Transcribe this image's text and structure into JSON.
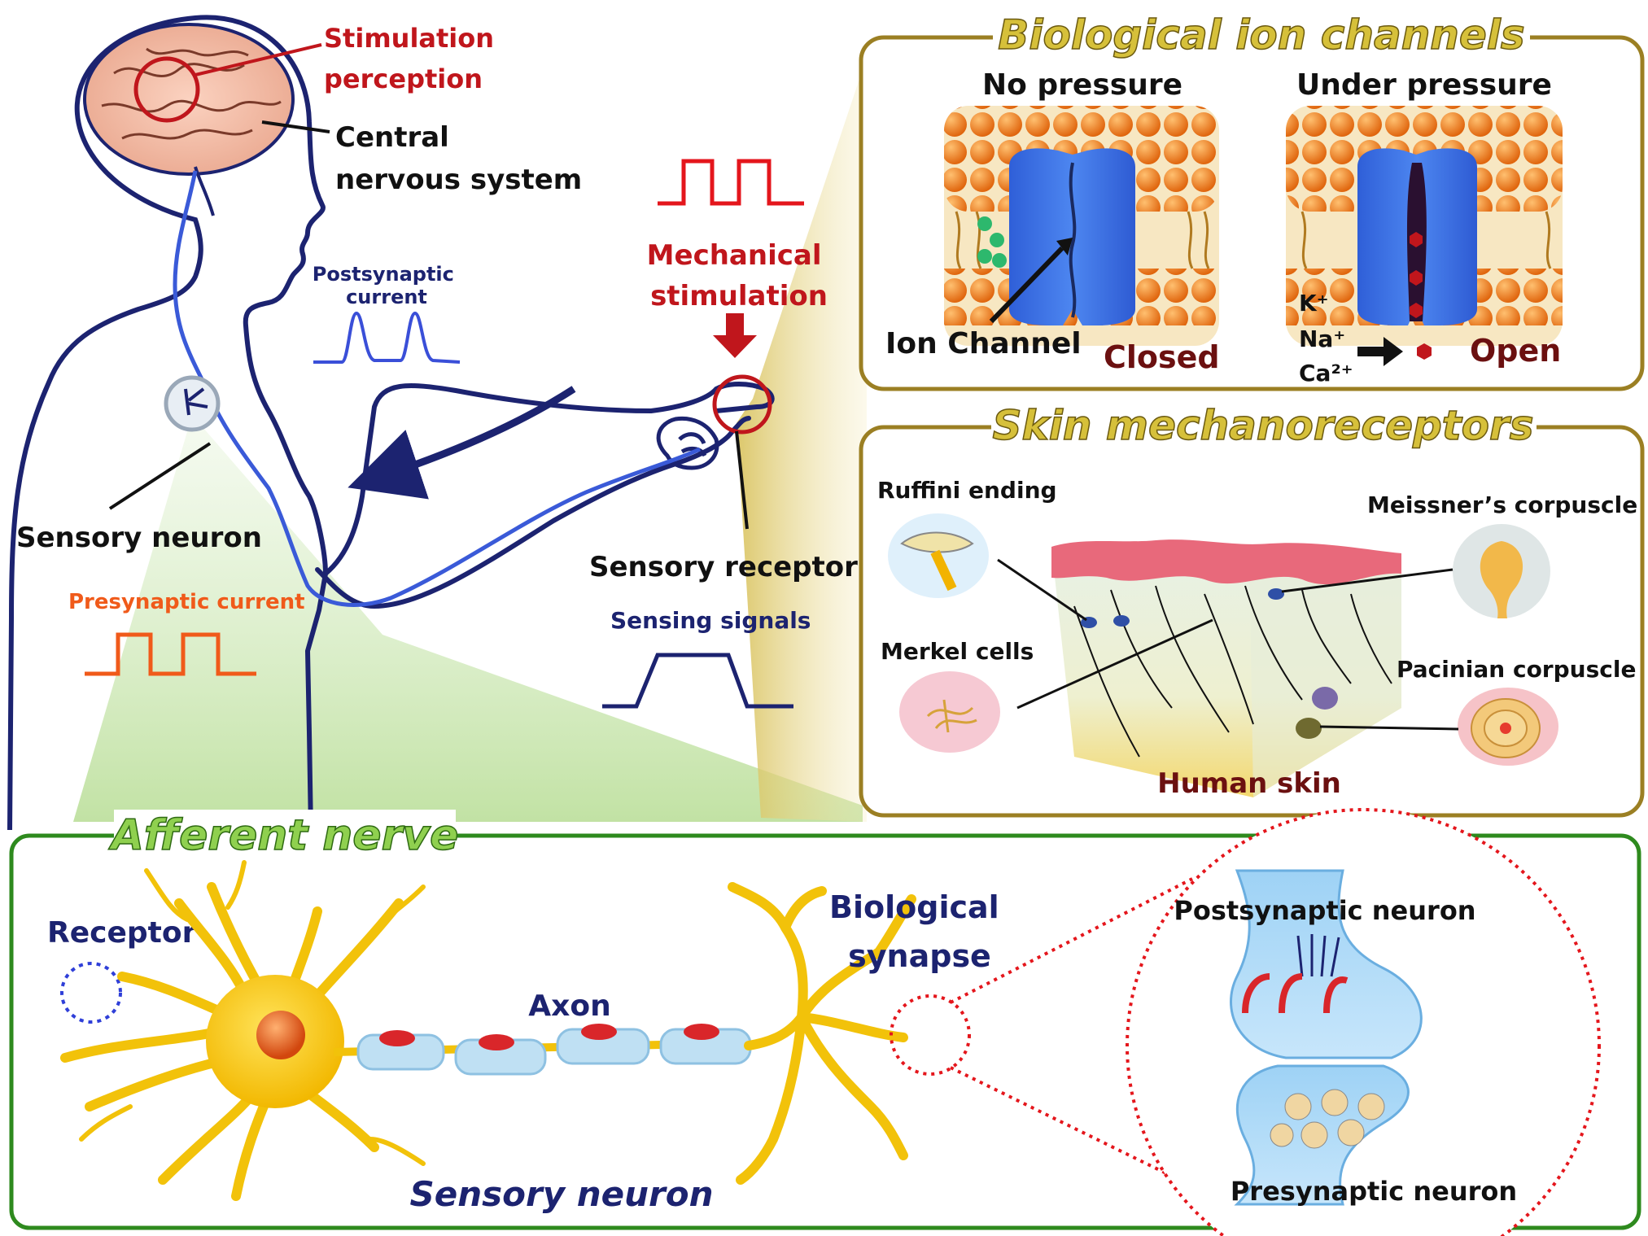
{
  "body_panel": {
    "stimulation_perception": [
      "Stimulation",
      "perception"
    ],
    "central_nervous_system": [
      "Central",
      "nervous system"
    ],
    "postsynaptic_current": [
      "Postsynaptic",
      "current"
    ],
    "mechanical_stimulation": [
      "Mechanical",
      "stimulation"
    ],
    "sensory_neuron": "Sensory neuron",
    "presynaptic_current": "Presynaptic current",
    "sensory_receptor": "Sensory receptor",
    "sensing_signals": "Sensing signals"
  },
  "ion_channels": {
    "title": "Biological ion channels",
    "no_pressure": "No pressure",
    "under_pressure": "Under pressure",
    "ion_channel": "Ion Channel",
    "closed": "Closed",
    "open": "Open",
    "ions": [
      "K⁺",
      "Na⁺",
      "Ca²⁺"
    ]
  },
  "mechanoreceptors": {
    "title": "Skin mechanoreceptors",
    "ruffini": "Ruffini ending",
    "meissner": "Meissner’s corpuscle",
    "merkel": "Merkel cells",
    "pacinian": "Pacinian corpuscle",
    "human_skin": "Human skin"
  },
  "afferent": {
    "title": "Afferent nerve",
    "receptor": "Receptor",
    "axon": "Axon",
    "biological_synapse": [
      "Biological",
      "synapse"
    ],
    "postsynaptic_neuron": "Postsynaptic neuron",
    "presynaptic_neuron": "Presynaptic neuron",
    "sensory_neuron": "Sensory neuron"
  },
  "colors": {
    "dark_navy": "#1c2370",
    "red": "#c0161c",
    "orange": "#f05a1a",
    "gold_frame": "#9b7f23",
    "green_frame": "#2e8a1e",
    "title_green": "#7cc242",
    "dark_red": "#6b1010"
  }
}
